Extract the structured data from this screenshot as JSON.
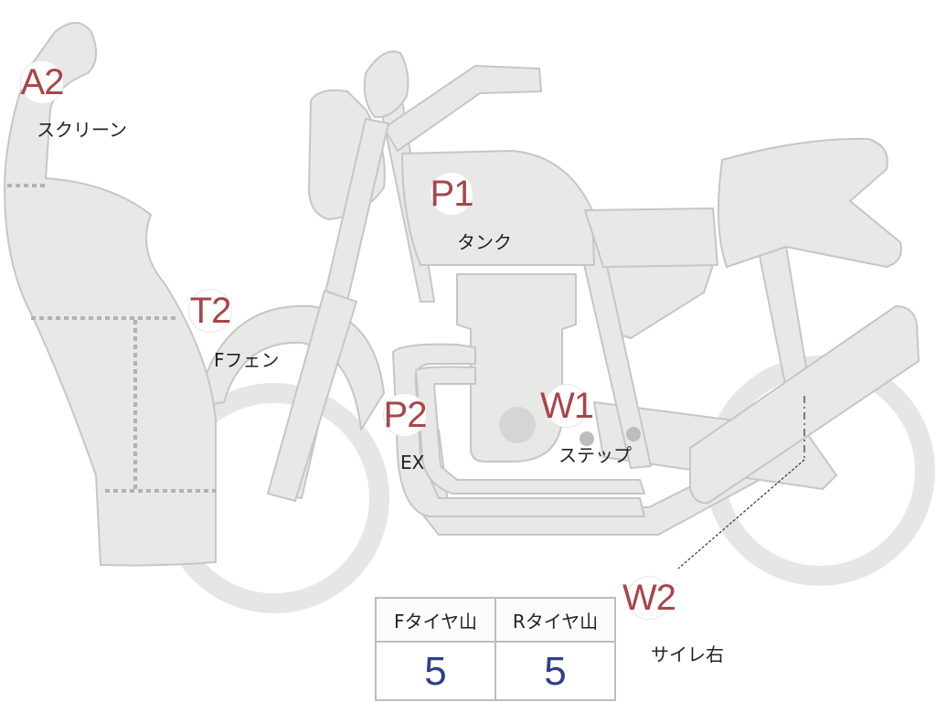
{
  "colors": {
    "bike_fill": "#e8e8e6",
    "bike_stroke": "#c6c6c4",
    "marker_text": "#a8454a",
    "value_text": "#2f3f8a"
  },
  "markers": [
    {
      "id": "a2",
      "code": "A2",
      "label": "スクリーン"
    },
    {
      "id": "p1",
      "code": "P1",
      "label": "タンク"
    },
    {
      "id": "t2",
      "code": "T2",
      "label": "Fフェン"
    },
    {
      "id": "p2",
      "code": "P2",
      "label": "EX"
    },
    {
      "id": "w1",
      "code": "W1",
      "label": "ステップ"
    },
    {
      "id": "w2",
      "code": "W2",
      "label": "サイレ右"
    }
  ],
  "tread_table": {
    "headers": [
      "Fタイヤ山",
      "Rタイヤ山"
    ],
    "values": [
      "5",
      "5"
    ]
  }
}
